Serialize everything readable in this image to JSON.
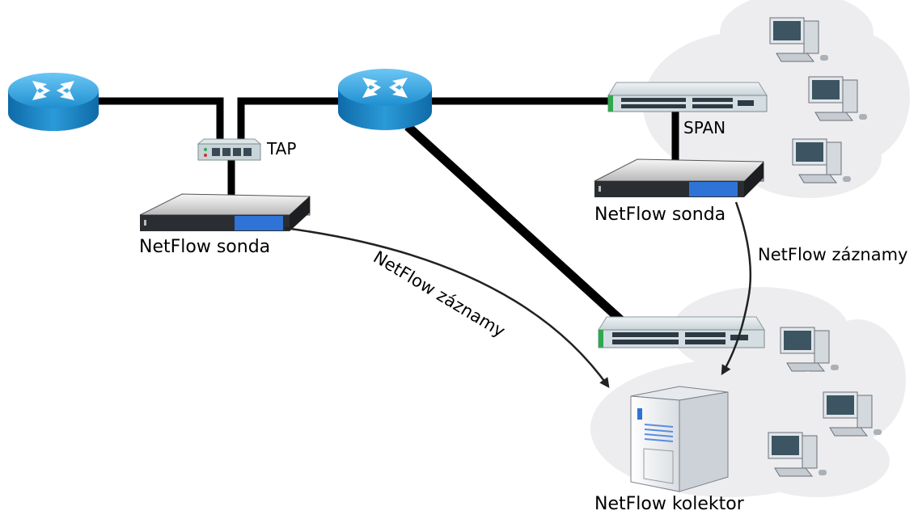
{
  "labels": {
    "tap": "TAP",
    "span": "SPAN",
    "probe_left": "NetFlow sonda",
    "probe_right": "NetFlow sonda",
    "records_left": "NetFlow záznamy",
    "records_right": "NetFlow záznamy",
    "collector": "NetFlow kolektor"
  },
  "colors": {
    "router_body": "#1a86c8",
    "router_top": "#56b6ec",
    "cloud": "#ececef",
    "link": "#000000",
    "probe_accent": "#2f73d6"
  }
}
